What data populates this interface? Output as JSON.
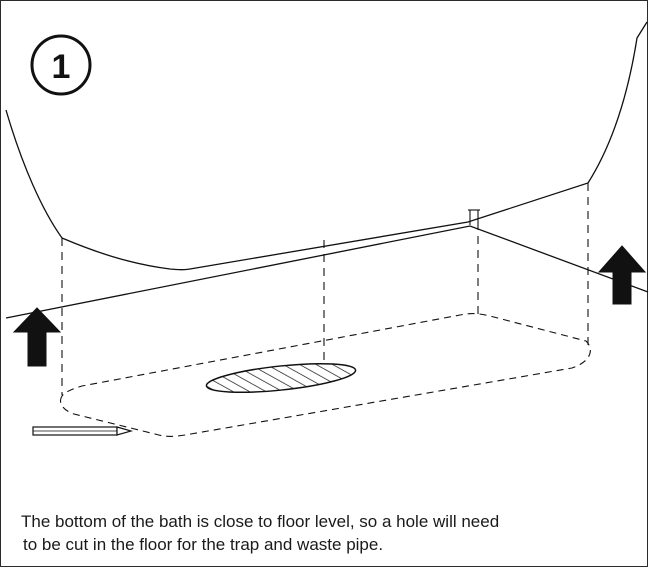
{
  "step": {
    "number": "1"
  },
  "illustration": {
    "icons": [
      "bath-outline",
      "floor-line",
      "up-arrow-left",
      "up-arrow-right",
      "hatched-waste-hole",
      "floor-cutout-outline",
      "pencil-icon"
    ],
    "stroke_color": "#111111"
  },
  "caption": {
    "line1": "The bottom of the bath is close to floor level, so a hole will need",
    "line2": "to be cut in the floor for the trap and waste pipe."
  }
}
